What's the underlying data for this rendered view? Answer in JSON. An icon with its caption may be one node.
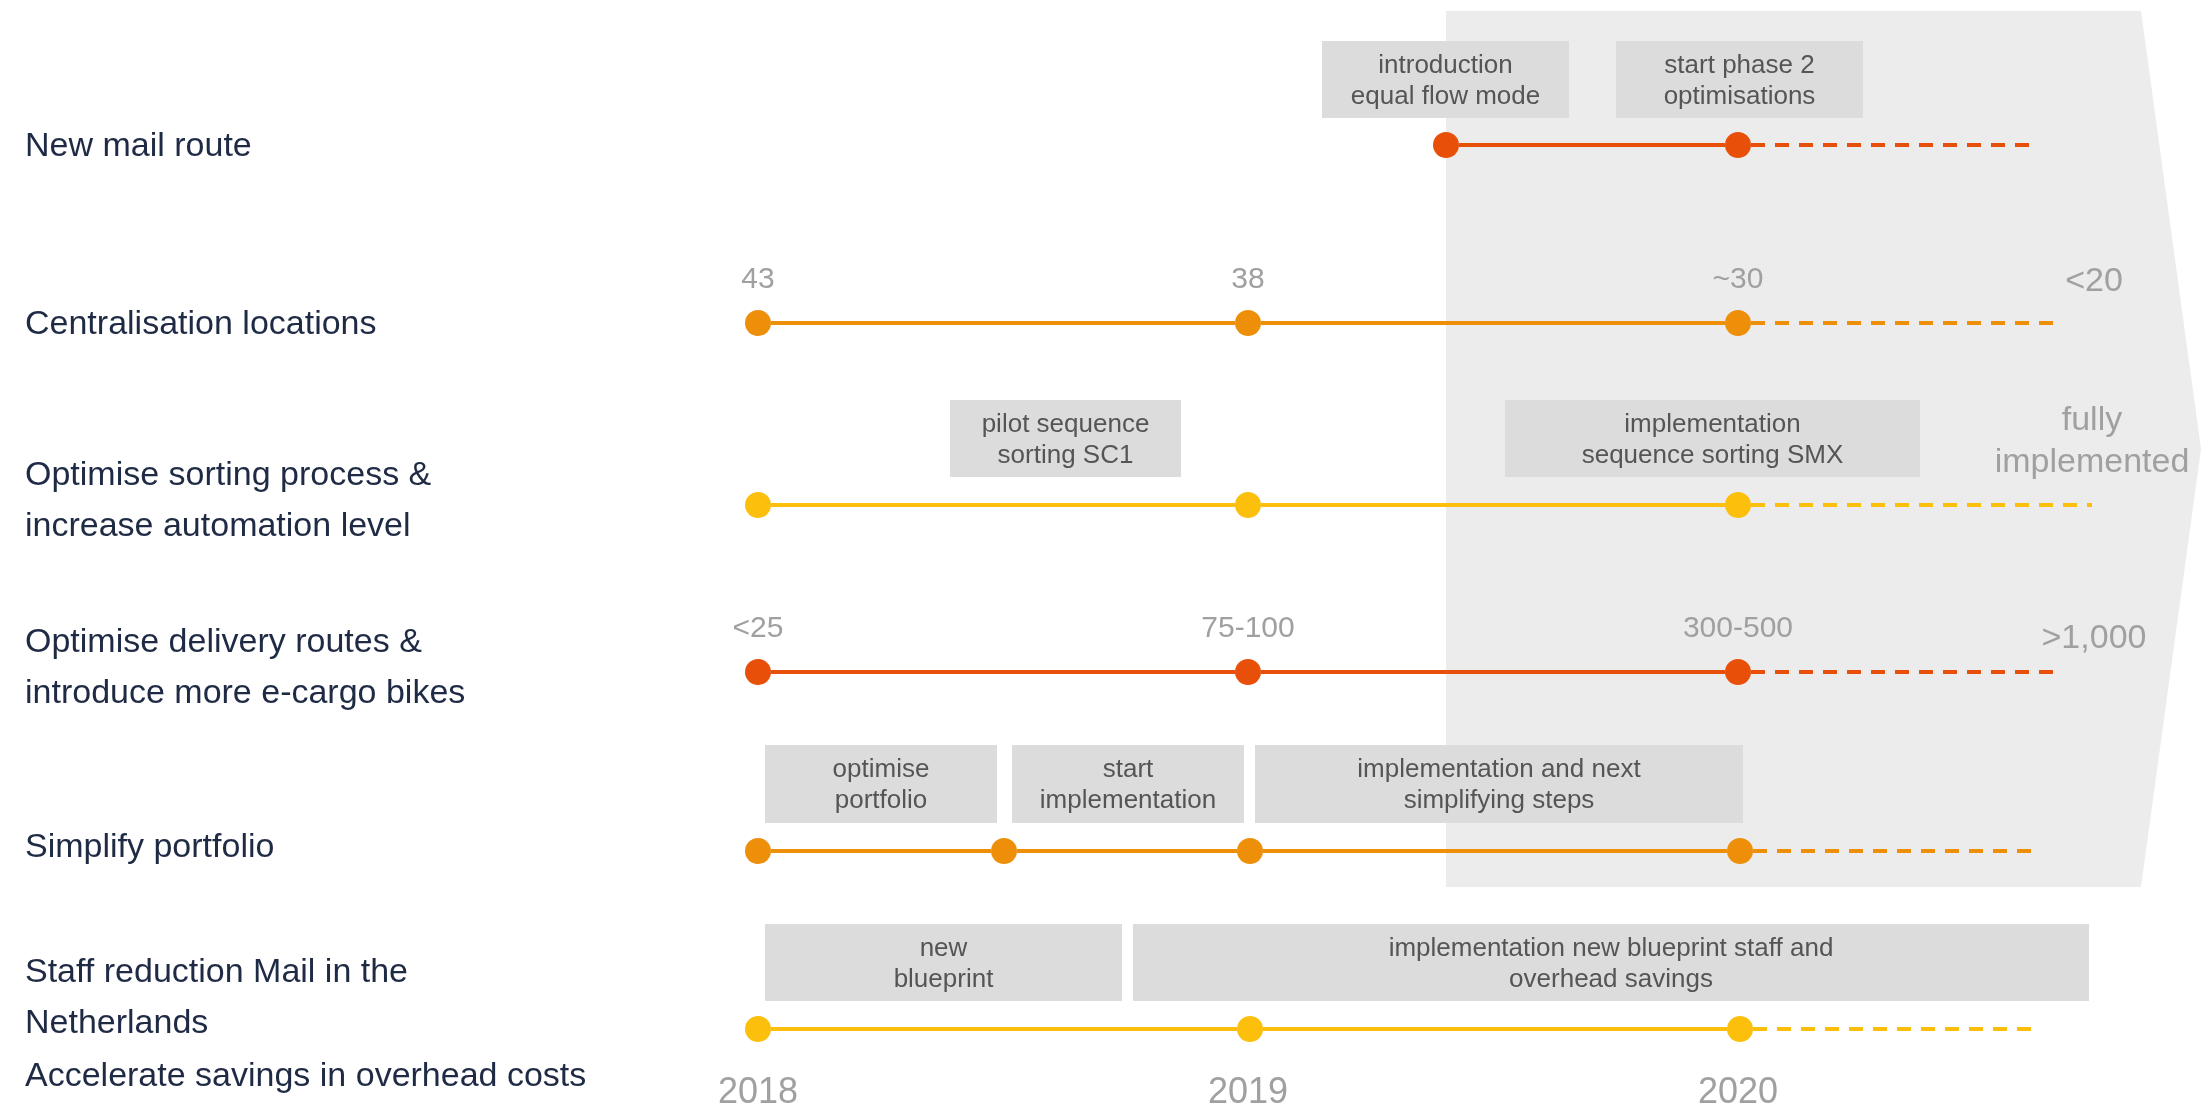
{
  "diagram": {
    "nodes": [
      {
        "text": [
          "introduction equal flow mode"
        ]
      },
      {
        "text": [
          "start phase 2 optimisations"
        ]
      },
      {
        "text": [],
        "shape": "circle"
      },
      {
        "text": [],
        "shape": "circle"
      },
      {
        "text": [],
        "shape": "circle",
        "beside": [
          "43"
        ]
      },
      {
        "text": [],
        "shape": "circle",
        "beside": [
          "38"
        ]
      },
      {
        "text": [],
        "shape": "circle",
        "beside": [
          "~30"
        ]
      },
      {
        "text": [
          "pilot sequence sorting SC1"
        ]
      },
      {
        "text": [
          "implementation sequence sorting SMX"
        ]
      },
      {
        "text": [],
        "shape": "circle"
      },
      {
        "text": [],
        "shape": "circle"
      },
      {
        "text": [],
        "shape": "circle"
      },
      {
        "text": [],
        "shape": "circle",
        "beside": [
          "<25"
        ]
      },
      {
        "text": [],
        "shape": "circle",
        "beside": [
          "75-100"
        ]
      },
      {
        "text": [],
        "shape": "circle",
        "beside": [
          "300-500"
        ]
      },
      {
        "text": [
          "optimise portfolio"
        ]
      },
      {
        "text": [
          "start implementation"
        ]
      },
      {
        "text": [
          "implementation and next simplifying steps"
        ]
      },
      {
        "text": [],
        "shape": "circle"
      },
      {
        "text": [],
        "shape": "circle"
      },
      {
        "text": [],
        "shape": "circle"
      },
      {
        "text": [],
        "shape": "circle"
      },
      {
        "text": [
          "new blueprint"
        ]
      },
      {
        "text": [
          "implementation new blueprint staff and overhead savings"
        ]
      },
      {
        "text": [],
        "shape": "circle"
      },
      {
        "text": [],
        "shape": "circle"
      },
      {
        "text": [],
        "shape": "circle"
      }
    ],
    "edges": [
      {
        "from": 2,
        "to": 3,
        "arrow": "none",
        "color": "#e8500a"
      },
      {
        "from": 3,
        "to": null,
        "arrow": "none",
        "style": "dashed",
        "color": "#e8500a"
      },
      {
        "from": 4,
        "to": 5,
        "arrow": "none"
      },
      {
        "from": 5,
        "to": 6,
        "arrow": "none"
      },
      {
        "from": 6,
        "to": null,
        "arrow": "none",
        "style": "dashed"
      },
      {
        "from": 9,
        "to": 10,
        "arrow": "none",
        "color": "#fbbf0c"
      },
      {
        "from": 10,
        "to": 11,
        "arrow": "none",
        "color": "#fbbf0c"
      },
      {
        "from": 11,
        "to": null,
        "arrow": "none",
        "style": "dashed",
        "color": "#fbbf0c"
      },
      {
        "from": 12,
        "to": 13,
        "arrow": "none",
        "color": "#e8500a"
      },
      {
        "from": 13,
        "to": 14,
        "arrow": "none",
        "color": "#e8500a"
      },
      {
        "from": 14,
        "to": null,
        "arrow": "none",
        "style": "dashed",
        "color": "#e8500a"
      },
      {
        "from": 18,
        "to": 19,
        "arrow": "none"
      },
      {
        "from": 19,
        "to": 20,
        "arrow": "none"
      },
      {
        "from": 20,
        "to": 21,
        "arrow": "none"
      },
      {
        "from": 21,
        "to": null,
        "arrow": "none",
        "style": "dashed"
      },
      {
        "from": 24,
        "to": 25,
        "arrow": "none",
        "color": "#fbbf0c"
      },
      {
        "from": 25,
        "to": 26,
        "arrow": "none",
        "color": "#fbbf0c"
      },
      {
        "from": 26,
        "to": null,
        "arrow": "none",
        "style": "dashed",
        "color": "#fbbf0c"
      }
    ],
    "labels": [
      "New mail route",
      "Centralisation locations",
      "Optimise sorting process & increase automation level",
      "Optimise delivery routes & introduce more e-cargo bikes",
      "Simplify portfolio",
      "Staff reduction Mail in the Netherlands",
      "Accelerate savings in overhead costs",
      "<20",
      "fully implemented",
      ">1,000",
      "2018",
      "2019",
      "2020"
    ]
  }
}
